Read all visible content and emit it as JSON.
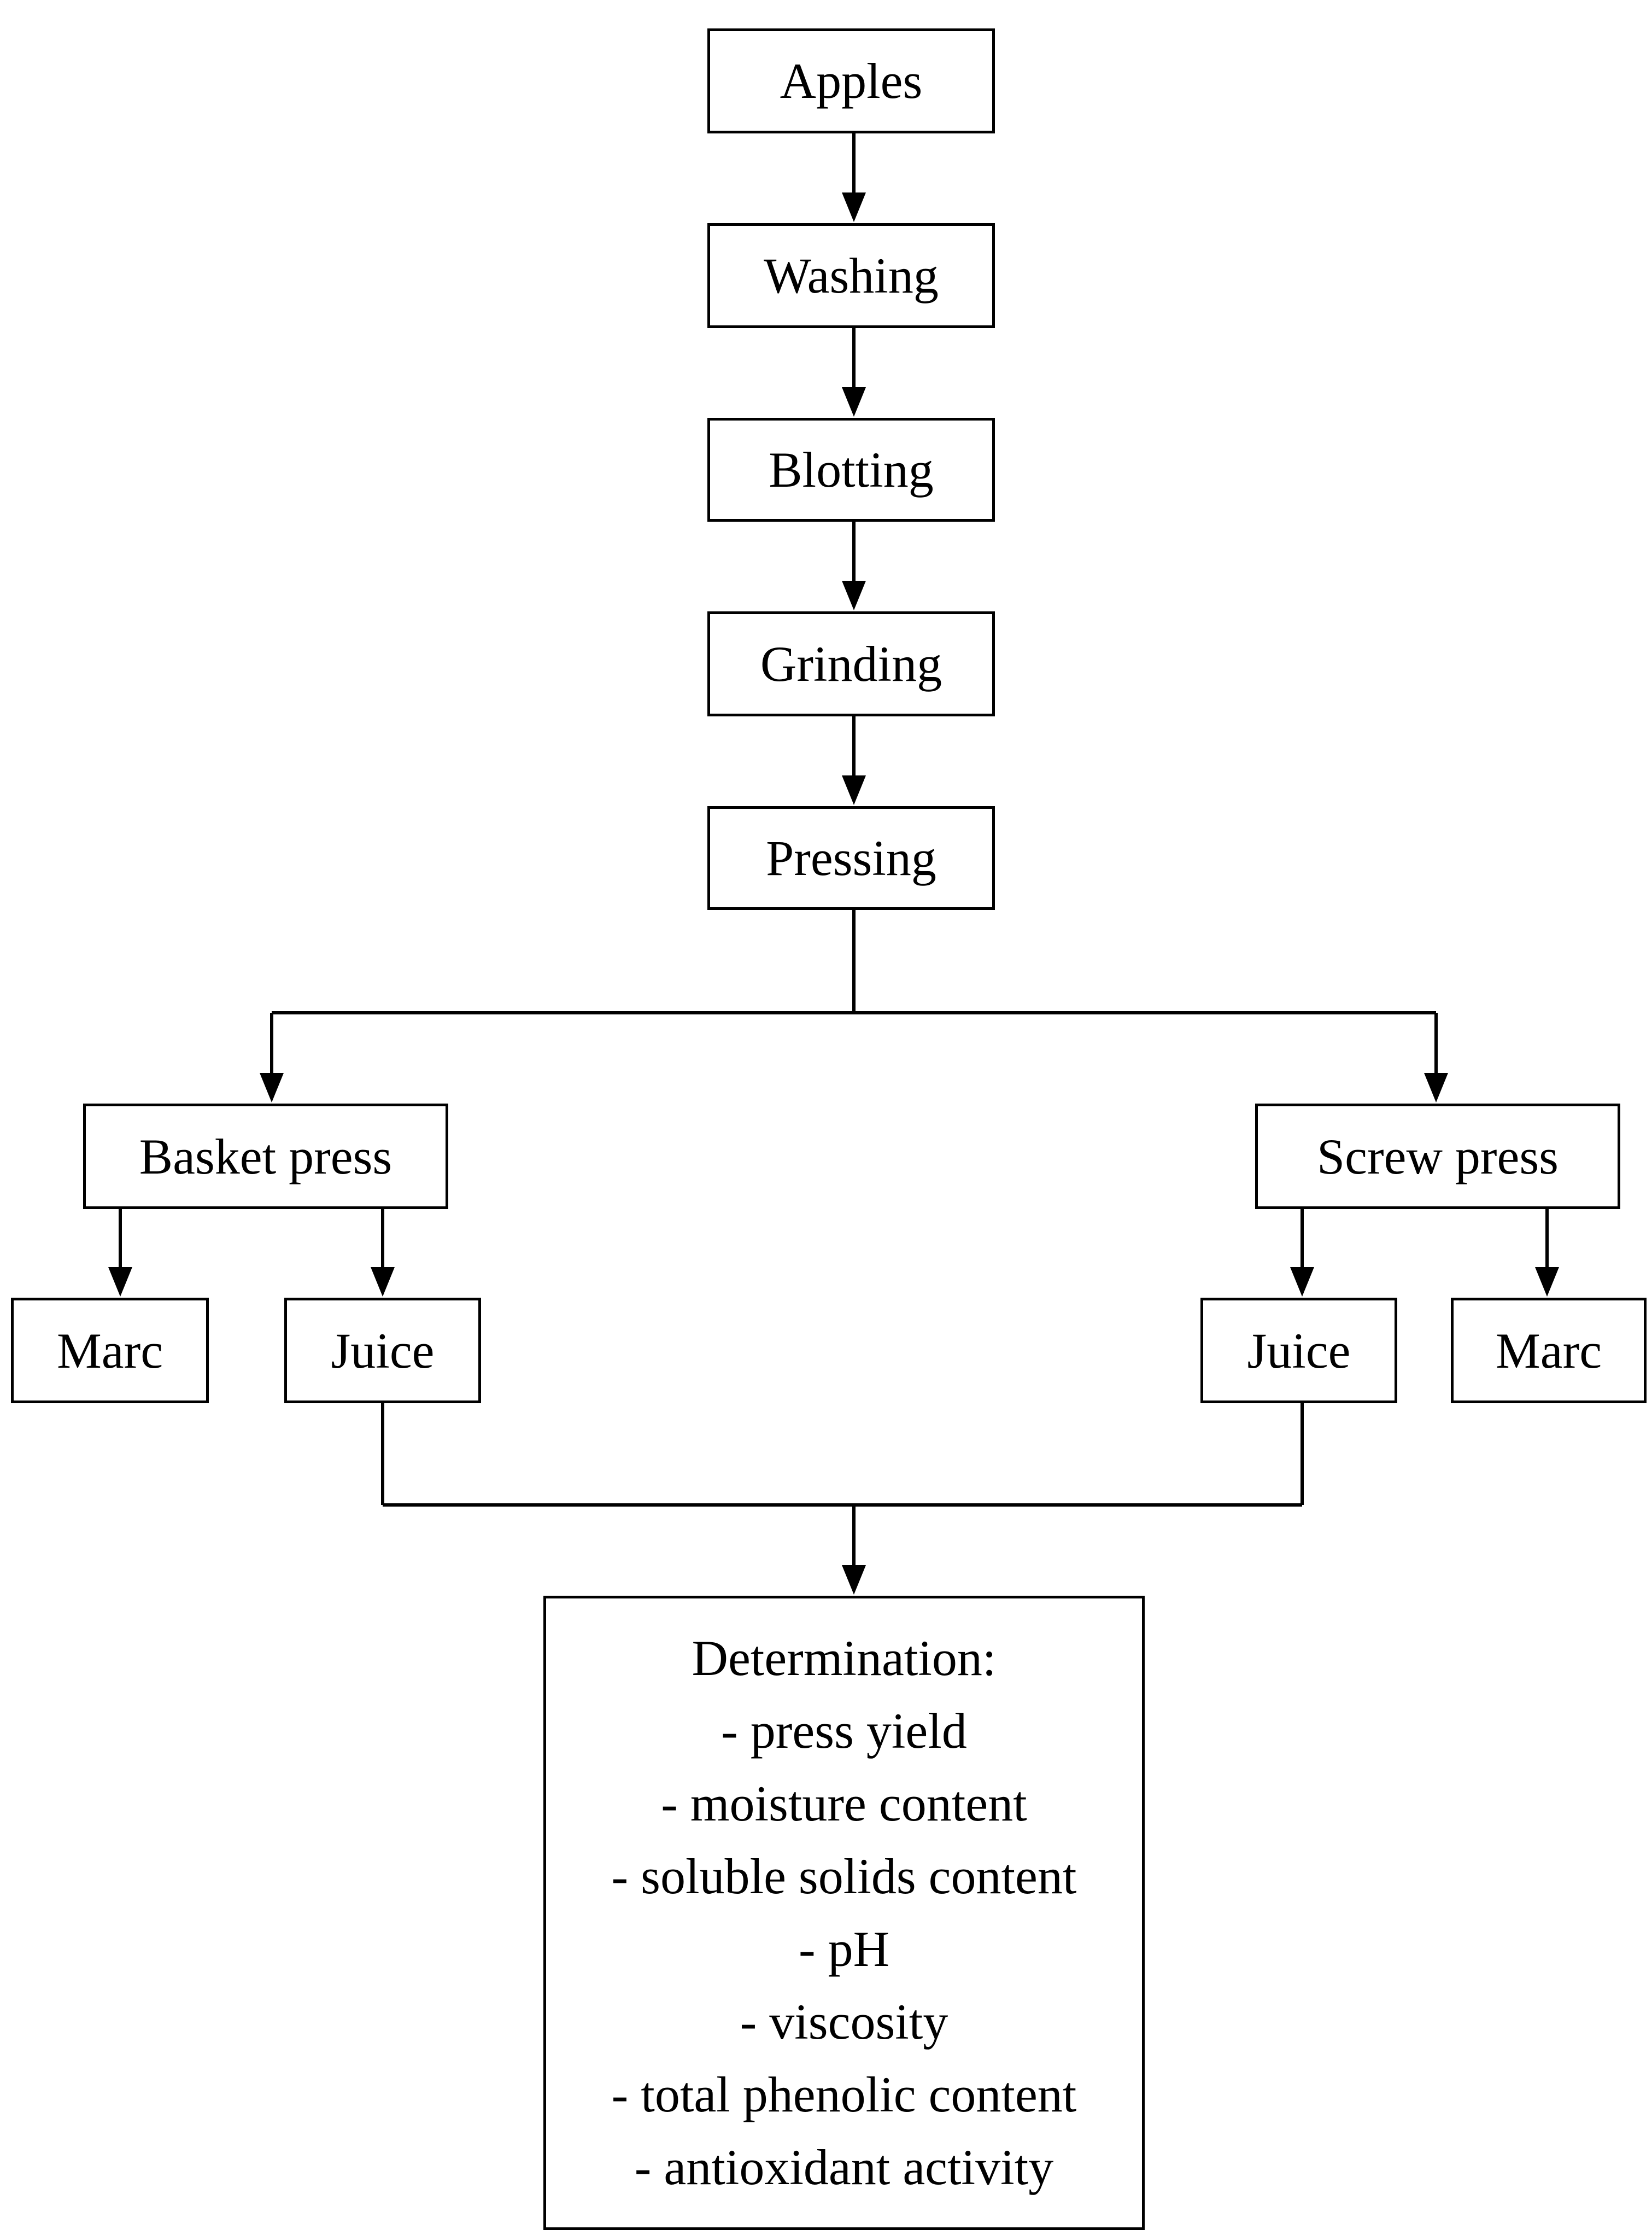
{
  "flowchart": {
    "steps": {
      "apples": "Apples",
      "washing": "Washing",
      "blotting": "Blotting",
      "grinding": "Grinding",
      "pressing": "Pressing"
    },
    "presses": {
      "basket": "Basket press",
      "screw": "Screw press"
    },
    "outputs": {
      "basket_marc": "Marc",
      "basket_juice": "Juice",
      "screw_juice": "Juice",
      "screw_marc": "Marc"
    },
    "determination": {
      "title": "Determination:",
      "items": [
        "- press yield",
        "- moisture content",
        "- soluble solids content",
        "- pH",
        "- viscosity",
        "- total phenolic content",
        "- antioxidant activity"
      ]
    }
  }
}
